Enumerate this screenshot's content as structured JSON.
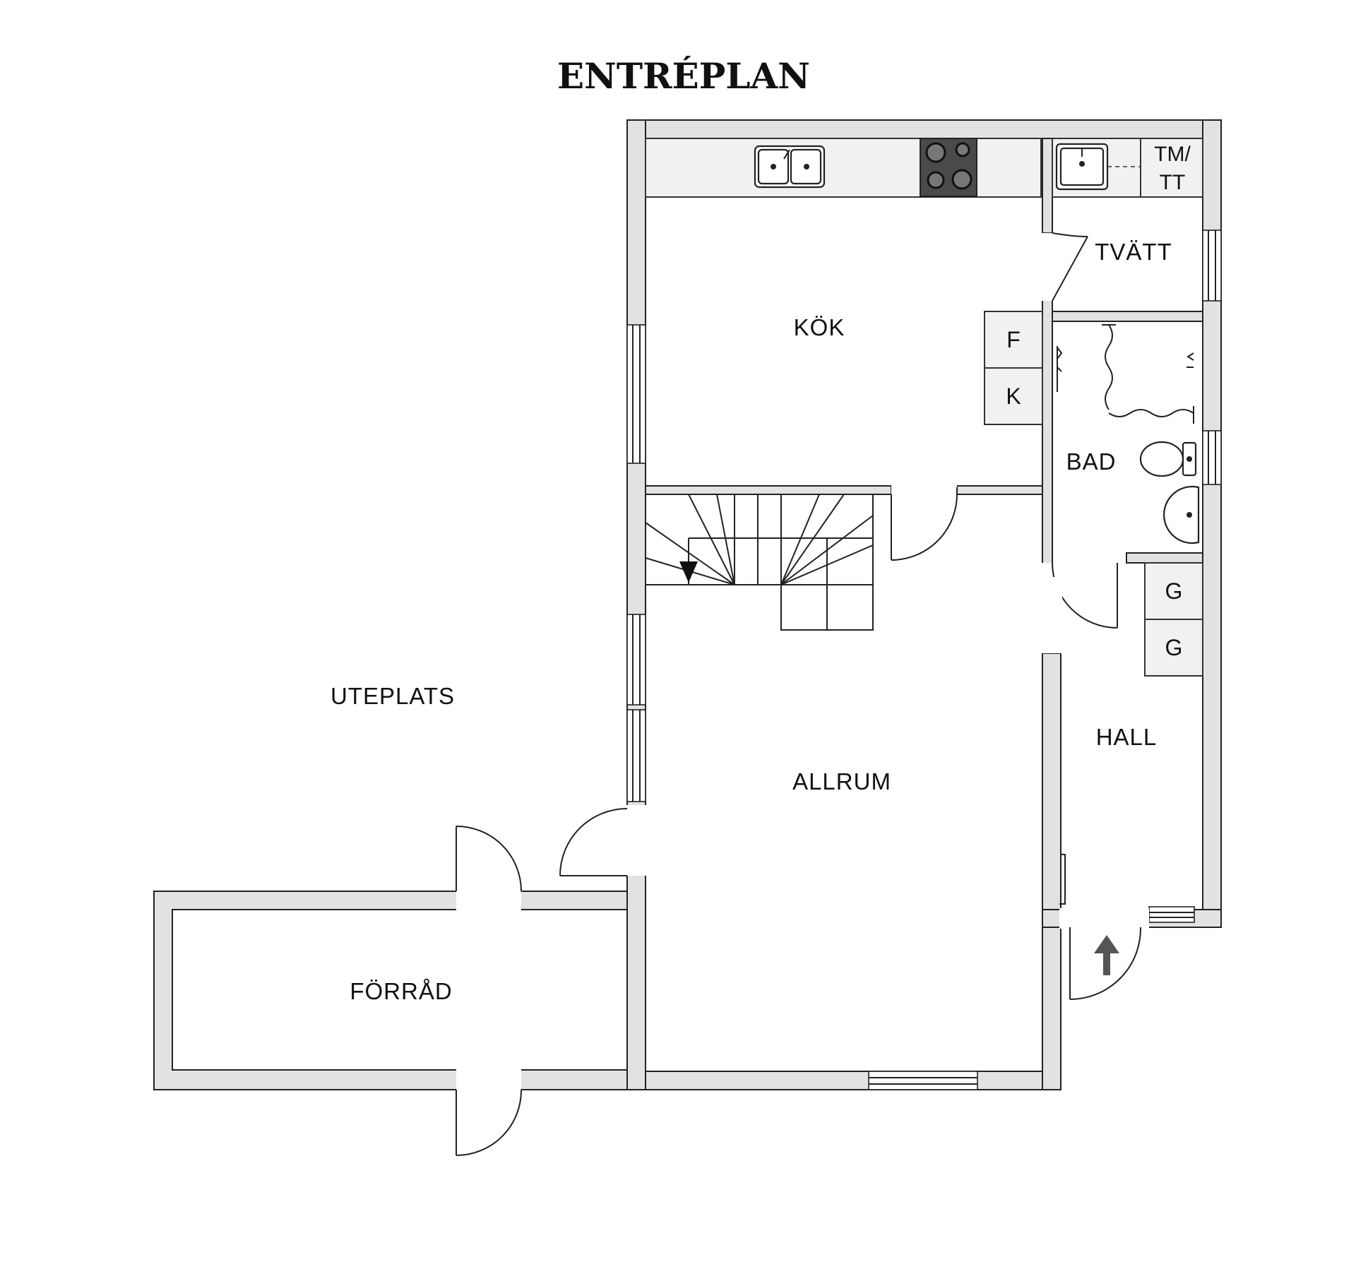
{
  "title": "ENTRÉPLAN",
  "rooms": {
    "kok": "KÖK",
    "tvatt": "TVÄTT",
    "bad": "BAD",
    "hall": "HALL",
    "allrum": "ALLRUM",
    "uteplats": "UTEPLATS",
    "forrad": "FÖRRÅD"
  },
  "appliances": {
    "fridge": "F",
    "freezer": "K",
    "washer_line1": "TM/",
    "washer_line2": "TT",
    "wardrobe_1": "G",
    "wardrobe_2": "G"
  },
  "colors": {
    "wall_fill": "#e2e2e2",
    "line": "#222222",
    "stove": "#4a4a4a",
    "entrance_arrow": "#555555"
  },
  "icons": {
    "stairs_direction": "arrow-down-triangle",
    "entrance": "arrow-up"
  }
}
